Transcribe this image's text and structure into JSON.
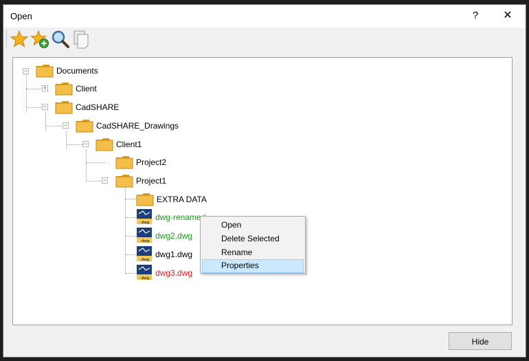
{
  "window": {
    "title": "Open",
    "help_label": "?",
    "close_label": "✕"
  },
  "toolbar": {
    "icons": [
      "favorite-star-icon",
      "add-favorite-icon",
      "search-icon",
      "copy-pages-icon"
    ]
  },
  "tree": {
    "documents": "Documents",
    "client": "Client",
    "cadshare": "CadSHARE",
    "cadshare_drawings": "CadSHARE_Drawings",
    "client1": "Client1",
    "project2": "Project2",
    "project1": "Project1",
    "extra_data": "EXTRA DATA",
    "files": [
      {
        "label": "dwg-renamed",
        "color": "#1a9a1a"
      },
      {
        "label": "dwg2.dwg",
        "color": "#1a9a1a"
      },
      {
        "label": "dwg1.dwg",
        "color": "#000000"
      },
      {
        "label": "dwg3.dwg",
        "color": "#e01b1b"
      }
    ]
  },
  "context_menu": {
    "items": [
      "Open",
      "Delete Selected",
      "Rename",
      "Properties"
    ],
    "selected": "Properties"
  },
  "footer": {
    "hide_label": "Hide"
  }
}
